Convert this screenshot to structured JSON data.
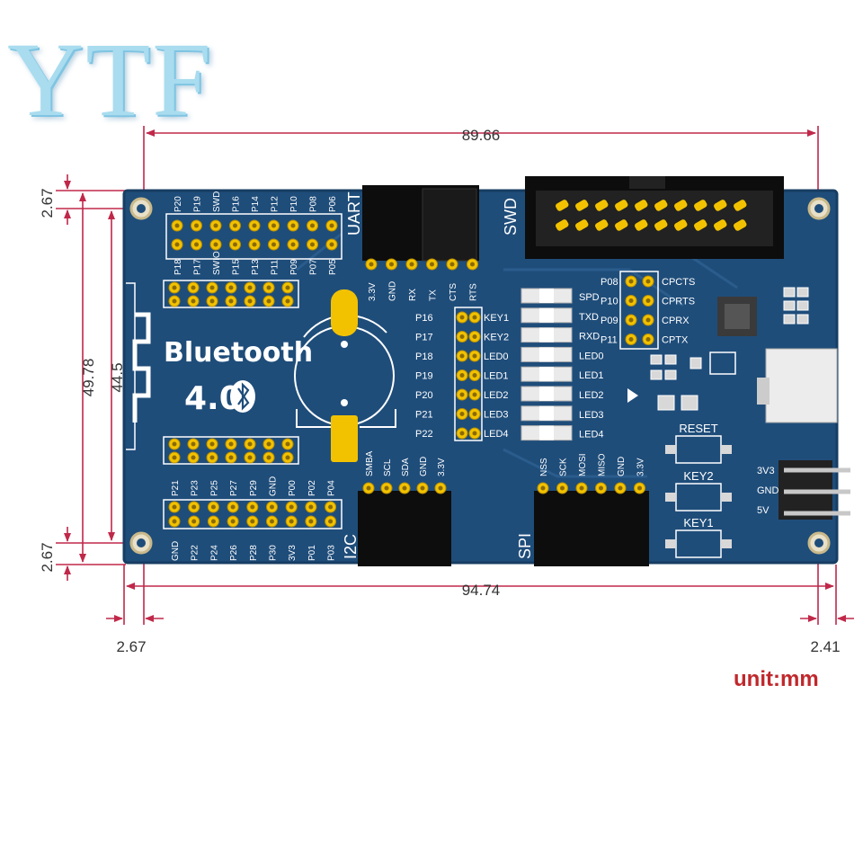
{
  "brand": {
    "logo_text": "YTF"
  },
  "dimensions": {
    "top_width": "89.66",
    "bottom_width": "94.74",
    "left_height_outer": "49.78",
    "left_height_inner": "44.5",
    "top_left_offset": "2.67",
    "bottom_left_offset": "2.67",
    "bottom_left_margin": "2.67",
    "bottom_right_margin": "2.41",
    "unit_label": "unit:mm"
  },
  "board": {
    "colors": {
      "pcb": "#1f4d7a",
      "pcb_dark": "#173d63",
      "silk": "#ffffff",
      "pin": "#f2c200",
      "header": "#0d0d0d",
      "dim_line": "#c0284a"
    },
    "title": "Bluetooth",
    "version": "4.0",
    "top_pin_labels_upper": [
      "P20",
      "P19",
      "SWD",
      "P16",
      "P14",
      "P12",
      "P10",
      "P08",
      "P06"
    ],
    "top_pin_labels_lower": [
      "P18",
      "P17",
      "SWIO",
      "P15",
      "P13",
      "P11",
      "P09",
      "P07",
      "P05"
    ],
    "uart_label": "UART",
    "uart_pins": [
      "3.3V",
      "GND",
      "RX",
      "TX",
      "CTS",
      "RTS"
    ],
    "swd_label": "SWD",
    "right_pins_left": [
      "P08",
      "P10",
      "P09",
      "P11"
    ],
    "right_pins_right": [
      "CPCTS",
      "CPRTS",
      "CPRX",
      "CPTX"
    ],
    "status_labels": [
      "SPD",
      "TXD",
      "RXD",
      "LED0",
      "LED1",
      "LED2",
      "LED3",
      "LED4"
    ],
    "mid_pins_left": [
      "P16",
      "P17",
      "P18",
      "P19",
      "P20",
      "P21",
      "P22"
    ],
    "mid_pins_right": [
      "KEY1",
      "KEY2",
      "LED0",
      "LED1",
      "LED2",
      "LED3",
      "LED4"
    ],
    "bottom_pin_labels_upper": [
      "P21",
      "P23",
      "P25",
      "P27",
      "P29",
      "GND",
      "P00",
      "P02",
      "P04"
    ],
    "bottom_pin_labels_lower": [
      "GND",
      "P22",
      "P24",
      "P26",
      "P28",
      "P30",
      "3V3",
      "P01",
      "P03"
    ],
    "i2c_label": "I2C",
    "i2c_pins": [
      "SMBA",
      "SCL",
      "SDA",
      "GND",
      "3.3V"
    ],
    "spi_label": "SPI",
    "spi_pins": [
      "NSS",
      "SCK",
      "MOSI",
      "MISO",
      "GND",
      "3.3V"
    ],
    "buttons": [
      "RESET",
      "KEY2",
      "KEY1"
    ],
    "power_pins": [
      "3V3",
      "GND",
      "5V"
    ]
  }
}
